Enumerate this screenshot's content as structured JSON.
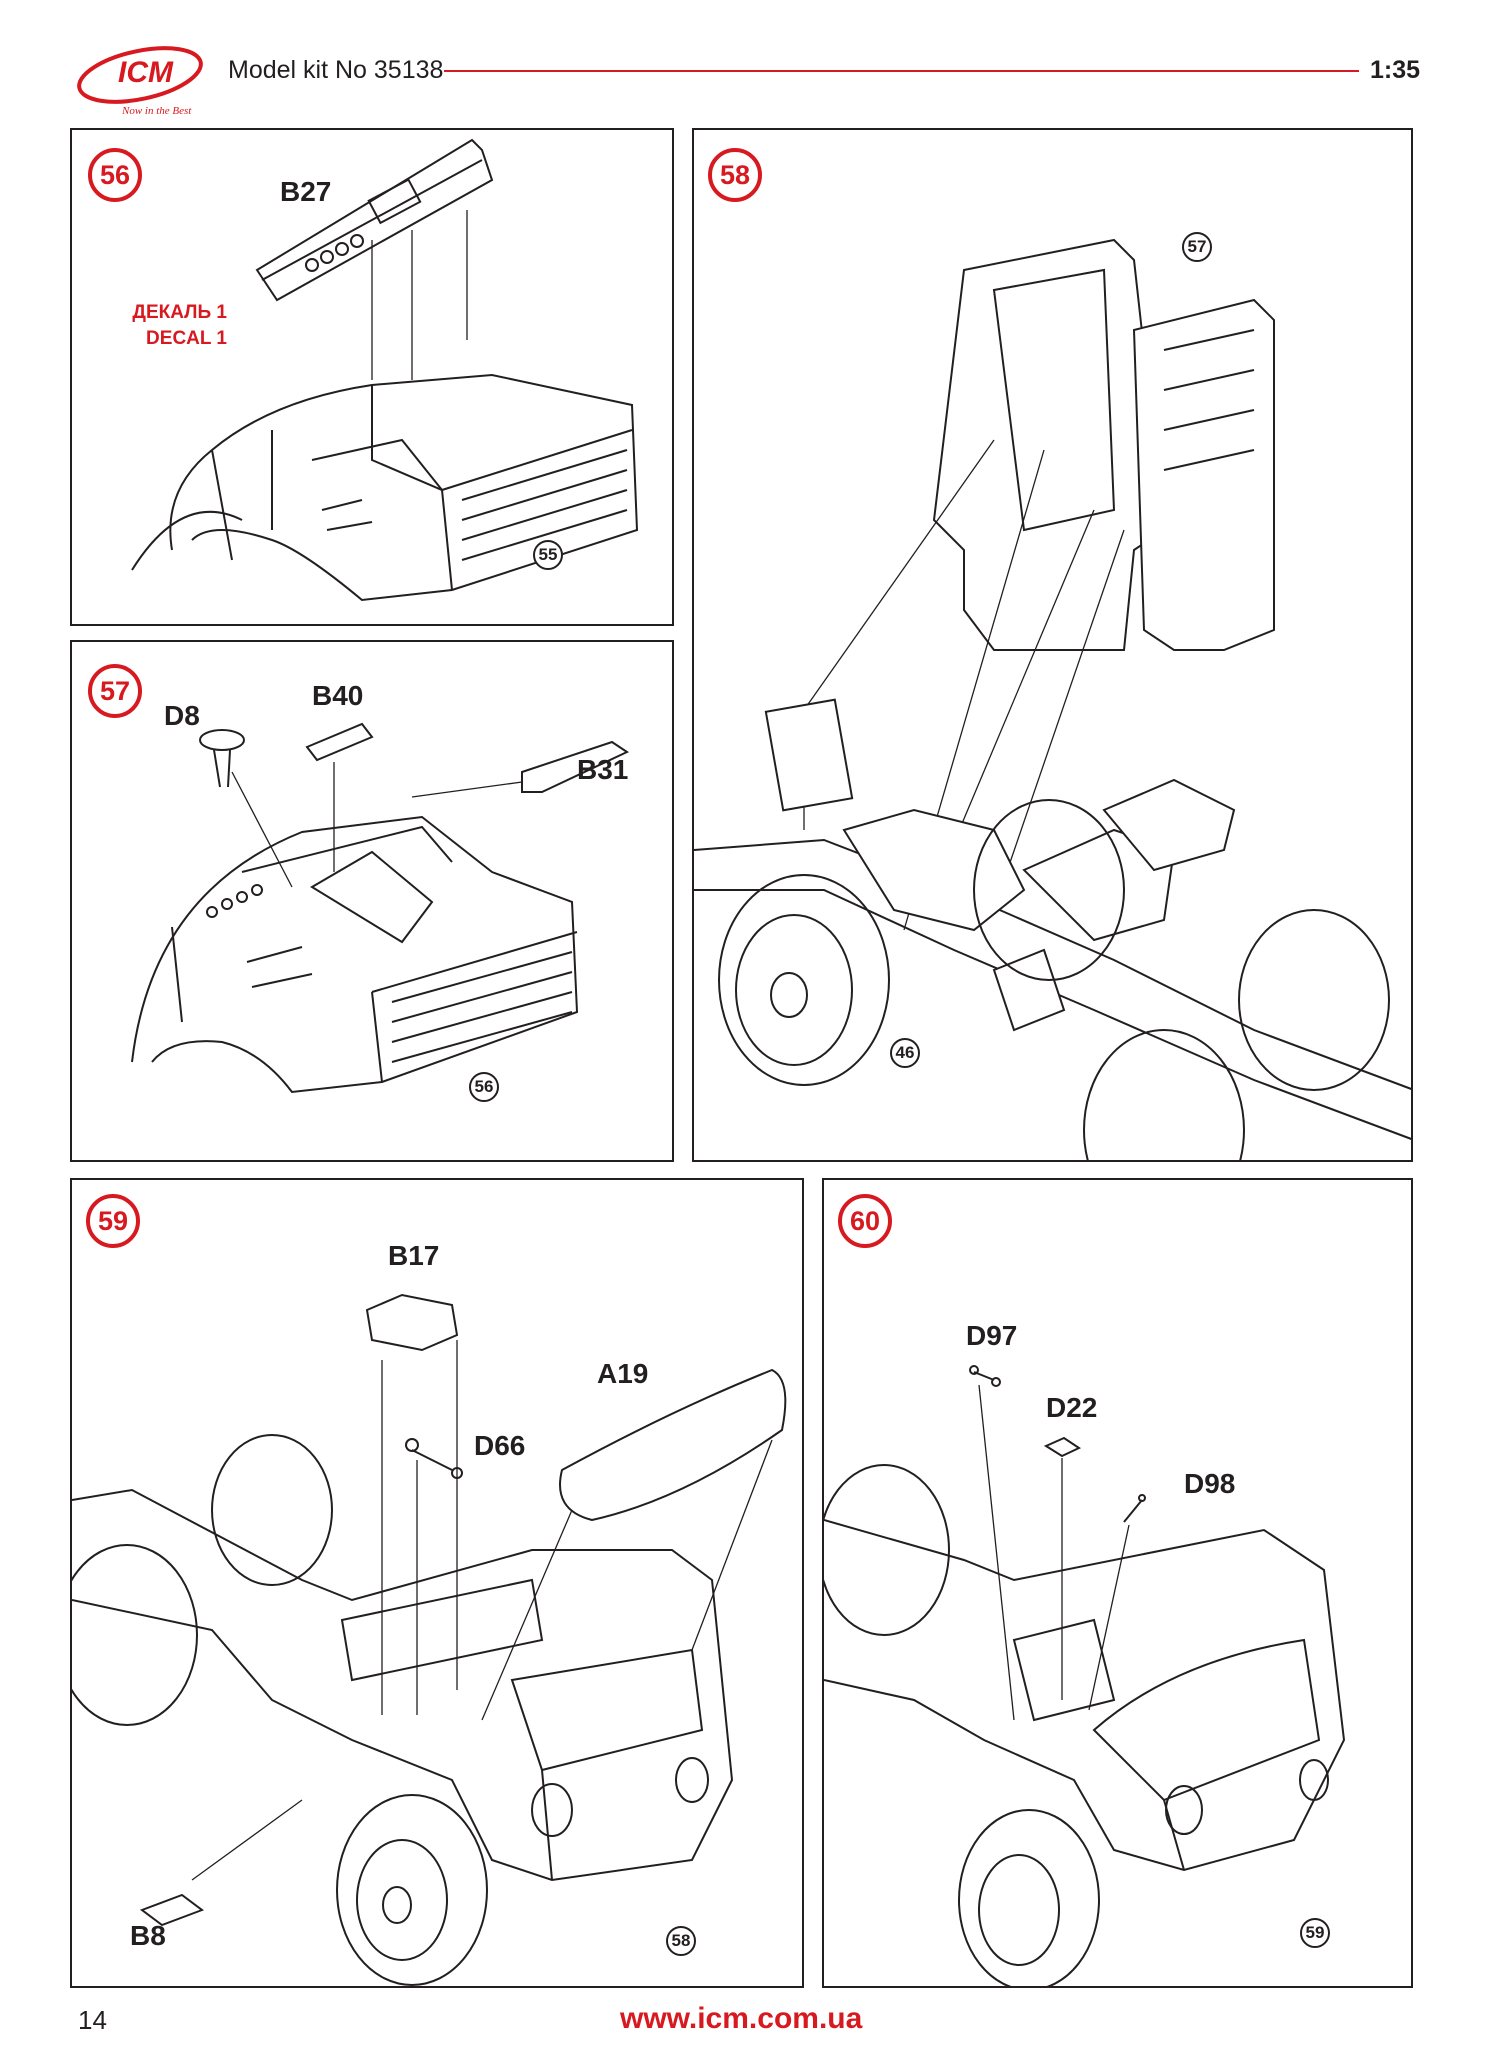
{
  "header": {
    "logo_text": "ICM",
    "logo_tagline": "Now in the Best",
    "kit_title": "Model kit No 35138",
    "scale": "1:35"
  },
  "steps": [
    {
      "number": "56",
      "parts": [
        "B27"
      ],
      "decal": [
        "ДЕКАЛЬ 1",
        "DECAL 1"
      ],
      "refs": [
        "55"
      ]
    },
    {
      "number": "57",
      "parts": [
        "D8",
        "B40",
        "B31"
      ],
      "refs": [
        "56"
      ]
    },
    {
      "number": "58",
      "parts": [],
      "refs": [
        "57",
        "46"
      ]
    },
    {
      "number": "59",
      "parts": [
        "B17",
        "A19",
        "D66",
        "B8"
      ],
      "refs": [
        "58"
      ]
    },
    {
      "number": "60",
      "parts": [
        "D97",
        "D22",
        "D98"
      ],
      "refs": [
        "59"
      ]
    }
  ],
  "footer": {
    "page": "14",
    "website": "www.icm.com.ua"
  },
  "colors": {
    "accent": "#d71920",
    "ink": "#231f20"
  }
}
